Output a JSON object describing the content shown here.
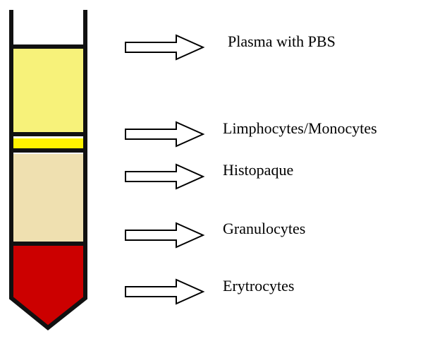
{
  "colors": {
    "plasma": "#F7F27A",
    "lymphocytes": "#FFF200",
    "histopaque": "#EFE0B0",
    "granulocytes": "#EFE0B0",
    "erythrocytes": "#CC0000",
    "outline": "#111111",
    "arrow_fill": "#ffffff",
    "arrow_stroke": "#000000"
  },
  "layers": [
    {
      "id": "plasma",
      "label": "Plasma with PBS"
    },
    {
      "id": "lymphocytes",
      "label": "Limphocytes/Monocytes"
    },
    {
      "id": "histopaque",
      "label": "Histopaque"
    },
    {
      "id": "granulocytes",
      "label": "Granulocytes"
    },
    {
      "id": "erythrocytes",
      "label": "Erytrocytes"
    }
  ]
}
